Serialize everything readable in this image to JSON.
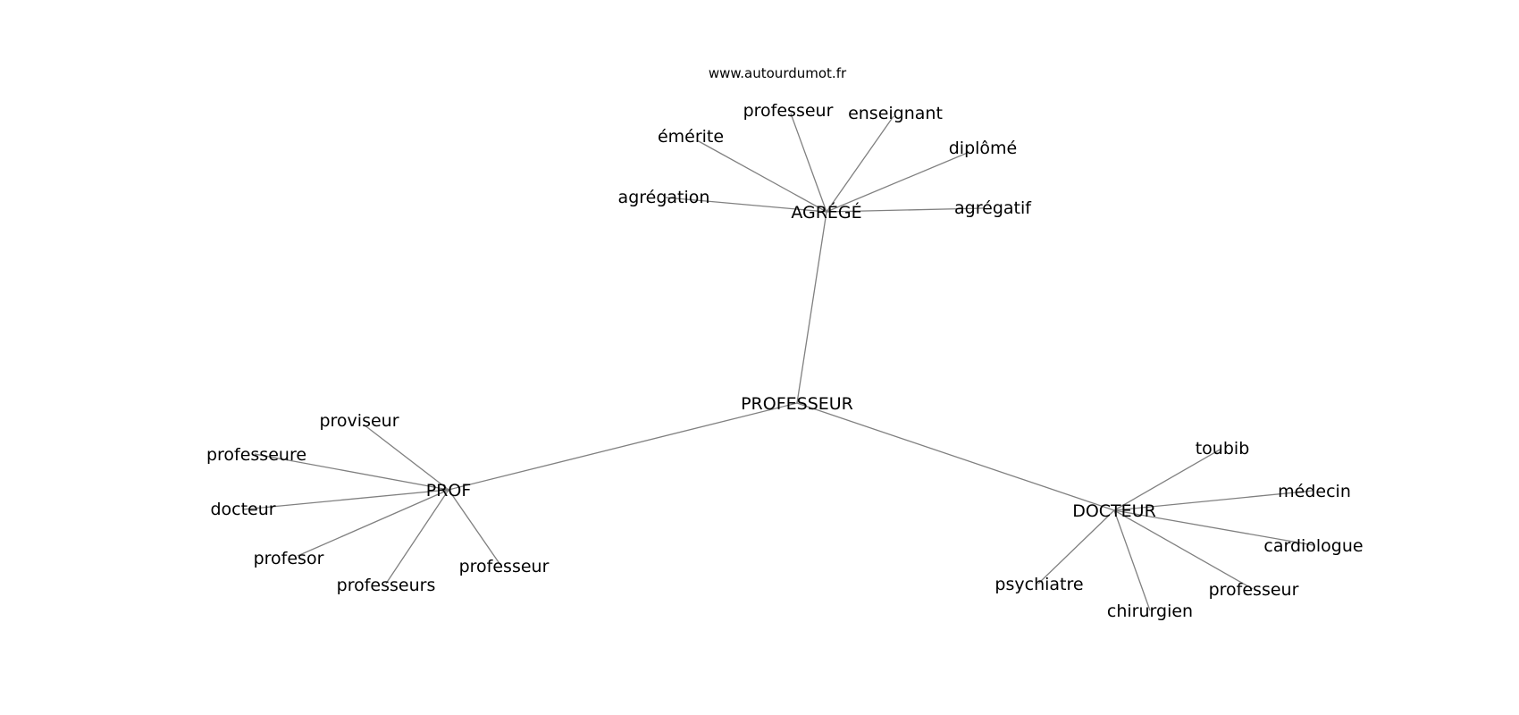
{
  "watermark": "www.autourdumot.fr",
  "edge_color": "#808080",
  "text_color": "#000000",
  "nodes": {
    "professeur_center": "PROFESSEUR",
    "agrege": "AGRÉGÉ",
    "prof": "PROF",
    "docteur": "DOCTEUR",
    "agrege_professeur": "professeur",
    "agrege_enseignant": "enseignant",
    "agrege_emerite": "émérite",
    "agrege_diplome": "diplômé",
    "agrege_agregation": "agrégation",
    "agrege_agregatif": "agrégatif",
    "prof_proviseur": "proviseur",
    "prof_professeure": "professeure",
    "prof_docteur": "docteur",
    "prof_profesor": "profesor",
    "prof_professeurs": "professeurs",
    "prof_professeur": "professeur",
    "docteur_toubib": "toubib",
    "docteur_medecin": "médecin",
    "docteur_cardiologue": "cardiologue",
    "docteur_professeur": "professeur",
    "docteur_chirurgien": "chirurgien",
    "docteur_psychiatre": "psychiatre"
  }
}
